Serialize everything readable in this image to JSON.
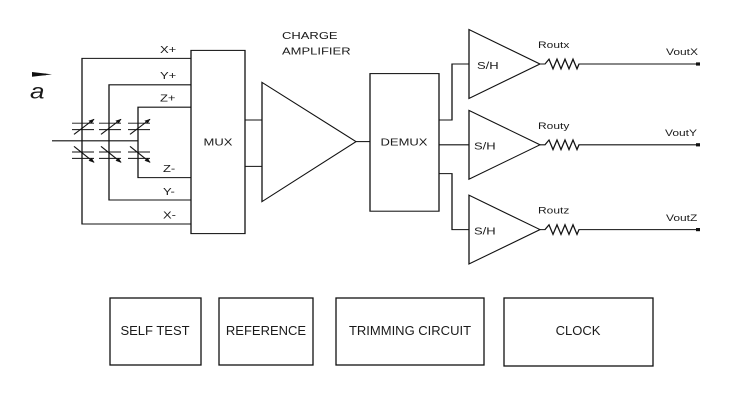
{
  "diagram": {
    "input": {
      "symbol": "a",
      "meaning": "acceleration vector"
    },
    "electrode_labels": [
      "X+",
      "Y+",
      "Z+",
      "Z-",
      "Y-",
      "X-"
    ],
    "blocks": {
      "mux": "MUX",
      "charge_amp_line1": "CHARGE",
      "charge_amp_line2": "AMPLIFIER",
      "demux": "DEMUX",
      "sample_hold": [
        "S/H",
        "S/H",
        "S/H"
      ]
    },
    "resistors": [
      "Routx",
      "Routy",
      "Routz"
    ],
    "outputs": [
      "VoutX",
      "VoutY",
      "VoutZ"
    ],
    "aux_blocks": [
      "SELF TEST",
      "REFERENCE",
      "TRIMMING CIRCUIT",
      "CLOCK"
    ]
  }
}
